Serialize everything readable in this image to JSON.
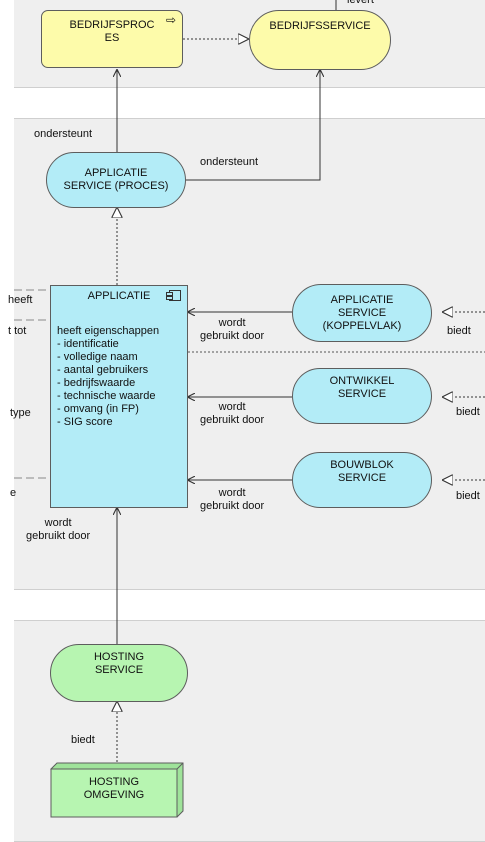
{
  "colors": {
    "business": "#fdfbaa",
    "application": "#b3ecf7",
    "technology": "#b7f5b1"
  },
  "business": {
    "process": "BEDRIJFSPROC\nES",
    "process_icon": "process-arrow-icon",
    "service": "BEDRIJFSSERVICE",
    "top_label": "levert"
  },
  "application_layer": {
    "app_service_label": "APPLICATIE\nSERVICE (PROCES)",
    "ondersteunt_left": "ondersteunt",
    "ondersteunt_right": "ondersteunt",
    "component": {
      "title": "APPLICATIE",
      "icon": "component-icon",
      "lines": [
        "heeft eigenschappen",
        "- identificatie",
        "- volledige naam",
        "- aantal gebruikers",
        "- bedrijfswaarde",
        "- technische waarde",
        "- omvang (in FP)",
        "- SIG score"
      ]
    },
    "services": [
      {
        "label": "APPLICATIE\nSERVICE\n(KOPPELVLAK)",
        "used_label": "wordt\ngebruikt door",
        "offer_label": "biedt"
      },
      {
        "label": "ONTWIKKEL\nSERVICE",
        "used_label": "wordt\ngebruikt door",
        "offer_label": "biedt"
      },
      {
        "label": "BOUWBLOK\nSERVICE",
        "used_label": "wordt\ngebruikt door",
        "offer_label": "biedt"
      }
    ],
    "left_cut_labels": [
      "heeft",
      "t tot",
      "type",
      "e"
    ],
    "used_by_hosting": "wordt\ngebruikt door"
  },
  "technology": {
    "service": "HOSTING\nSERVICE",
    "node": "HOSTING\nOMGEVING",
    "offer_label": "biedt"
  }
}
